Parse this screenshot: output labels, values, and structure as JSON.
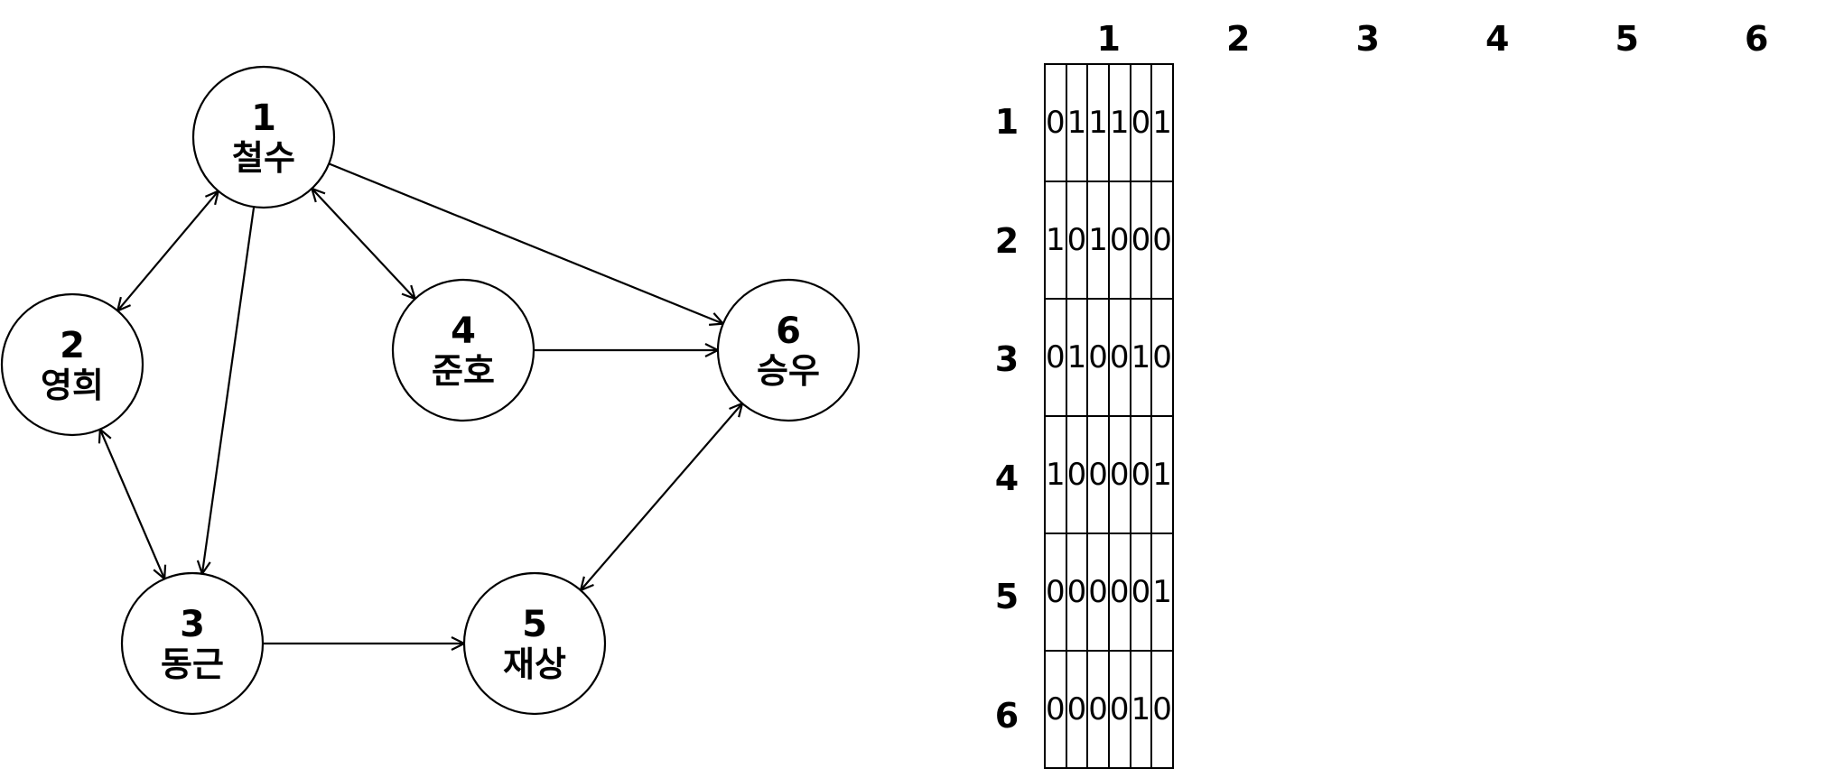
{
  "nodes": [
    {
      "id": "1",
      "name": "철수"
    },
    {
      "id": "2",
      "name": "영희"
    },
    {
      "id": "3",
      "name": "동근"
    },
    {
      "id": "4",
      "name": "준호"
    },
    {
      "id": "5",
      "name": "재상"
    },
    {
      "id": "6",
      "name": "승우"
    }
  ],
  "edges": [
    {
      "from": "1",
      "to": "2",
      "bidirectional": true
    },
    {
      "from": "1",
      "to": "4",
      "bidirectional": true
    },
    {
      "from": "1",
      "to": "6",
      "bidirectional": false
    },
    {
      "from": "1",
      "to": "3",
      "bidirectional": false
    },
    {
      "from": "2",
      "to": "3",
      "bidirectional": true
    },
    {
      "from": "4",
      "to": "6",
      "bidirectional": false
    },
    {
      "from": "3",
      "to": "5",
      "bidirectional": false
    },
    {
      "from": "5",
      "to": "6",
      "bidirectional": true
    }
  ],
  "matrix": {
    "col_headers": [
      "1",
      "2",
      "3",
      "4",
      "5",
      "6"
    ],
    "row_headers": [
      "1",
      "2",
      "3",
      "4",
      "5",
      "6"
    ],
    "rows": [
      [
        "0",
        "1",
        "1",
        "1",
        "0",
        "1"
      ],
      [
        "1",
        "0",
        "1",
        "0",
        "0",
        "0"
      ],
      [
        "0",
        "1",
        "0",
        "0",
        "1",
        "0"
      ],
      [
        "1",
        "0",
        "0",
        "0",
        "0",
        "1"
      ],
      [
        "0",
        "0",
        "0",
        "0",
        "0",
        "1"
      ],
      [
        "0",
        "0",
        "0",
        "0",
        "1",
        "0"
      ]
    ]
  }
}
